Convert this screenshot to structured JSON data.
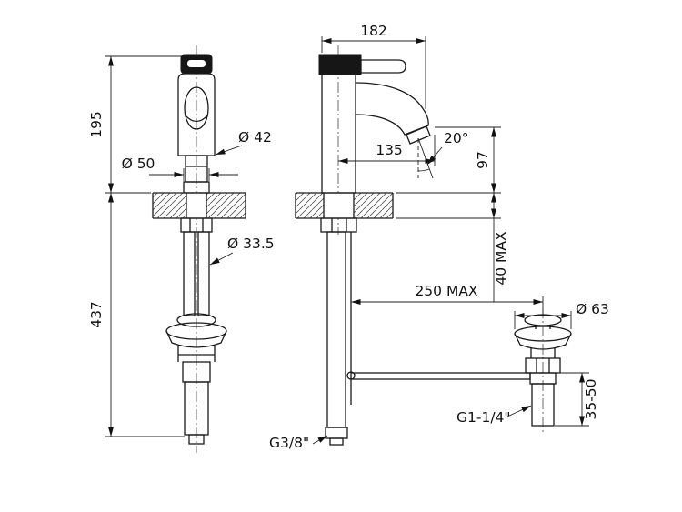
{
  "drawing": {
    "labels": {
      "dim_182": "182",
      "dim_195": "195",
      "dim_437": "437",
      "dia_42": "Ø 42",
      "dia_50": "Ø 50",
      "dia_33_5": "Ø 33.5",
      "dim_135": "135",
      "angle_20": "20°",
      "dim_97": "97",
      "dim_40_max": "40 MAX",
      "dim_250_max": "250 MAX",
      "dia_63": "Ø 63",
      "dim_35_50": "35-50",
      "thread_g1_14": "G1-1/4\"",
      "thread_g3_8": "G3/8\""
    },
    "colors": {
      "line": "#1a1a1a",
      "dimension": "#222222",
      "handle_fill": "#161616",
      "hatch": "#555555",
      "background": "#ffffff"
    }
  }
}
